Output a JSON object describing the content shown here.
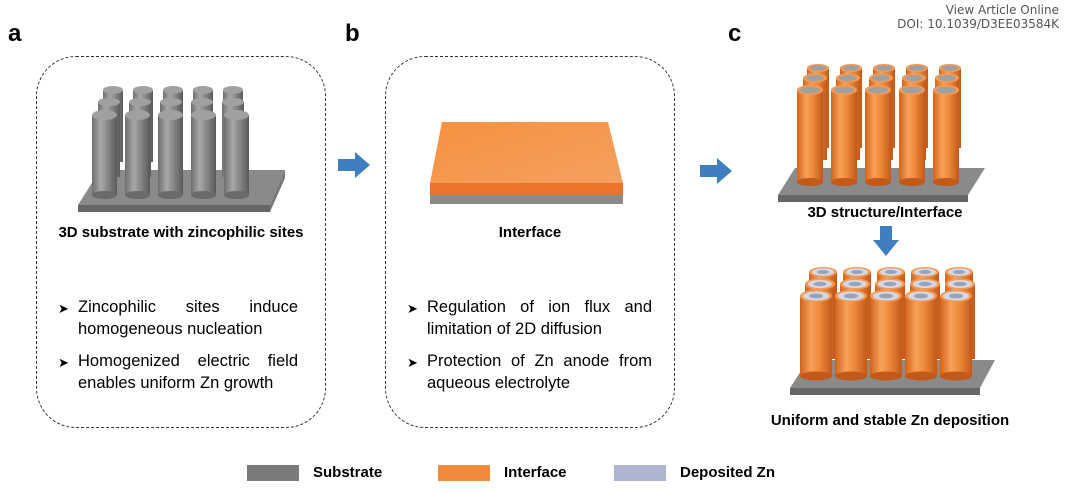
{
  "header": {
    "view_article": "View Article Online",
    "doi": "DOI: 10.1039/D3EE03584K"
  },
  "panels": {
    "a": {
      "letter": "a",
      "caption": "3D substrate with zincophilic sites",
      "bullets": [
        "Zincophilic sites induce homogeneous nucleation",
        "Homogenized electric field enables uniform Zn growth"
      ]
    },
    "b": {
      "letter": "b",
      "caption": "Interface",
      "bullets": [
        "Regulation of ion flux and limitation of 2D diffusion",
        "Protection of Zn anode from aqueous electrolyte"
      ]
    },
    "c": {
      "letter": "c",
      "caption_top": "3D structure/Interface",
      "caption_bottom": "Uniform and stable Zn deposition"
    }
  },
  "legend": [
    {
      "label": "Substrate",
      "color": "#7a7a7a"
    },
    {
      "label": "Interface",
      "color": "#f08a3c"
    },
    {
      "label": "Deposited Zn",
      "color": "#aeb6cf"
    }
  ],
  "colors": {
    "substrate": "#8c8c8c",
    "interface": "#f08a3c",
    "deposited_zn": "#b9bfd3",
    "arrow": "#3f7fc0"
  },
  "icons": {
    "arrow": "arrow-right-icon",
    "arrow_down": "arrow-down-icon",
    "bullet": "arrowhead-bullet-icon"
  }
}
